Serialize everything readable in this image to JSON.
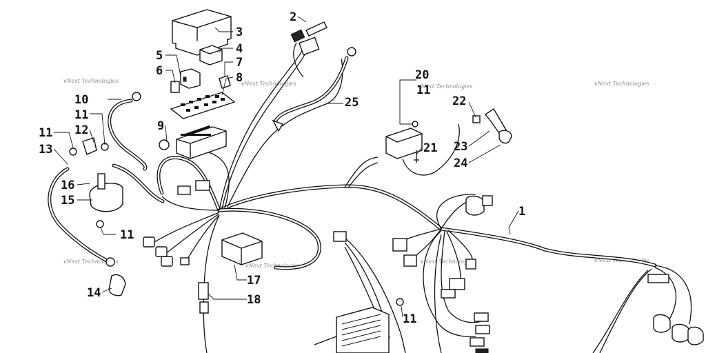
{
  "diagram": {
    "callouts": [
      "1",
      "2",
      "3",
      "4",
      "5",
      "6",
      "7",
      "8",
      "9",
      "10",
      "11",
      "12",
      "13",
      "14",
      "15",
      "16",
      "17",
      "18",
      "20",
      "21",
      "22",
      "23",
      "24",
      "25"
    ],
    "repeated_callout": "11",
    "watermark": "vNext Technologies"
  }
}
